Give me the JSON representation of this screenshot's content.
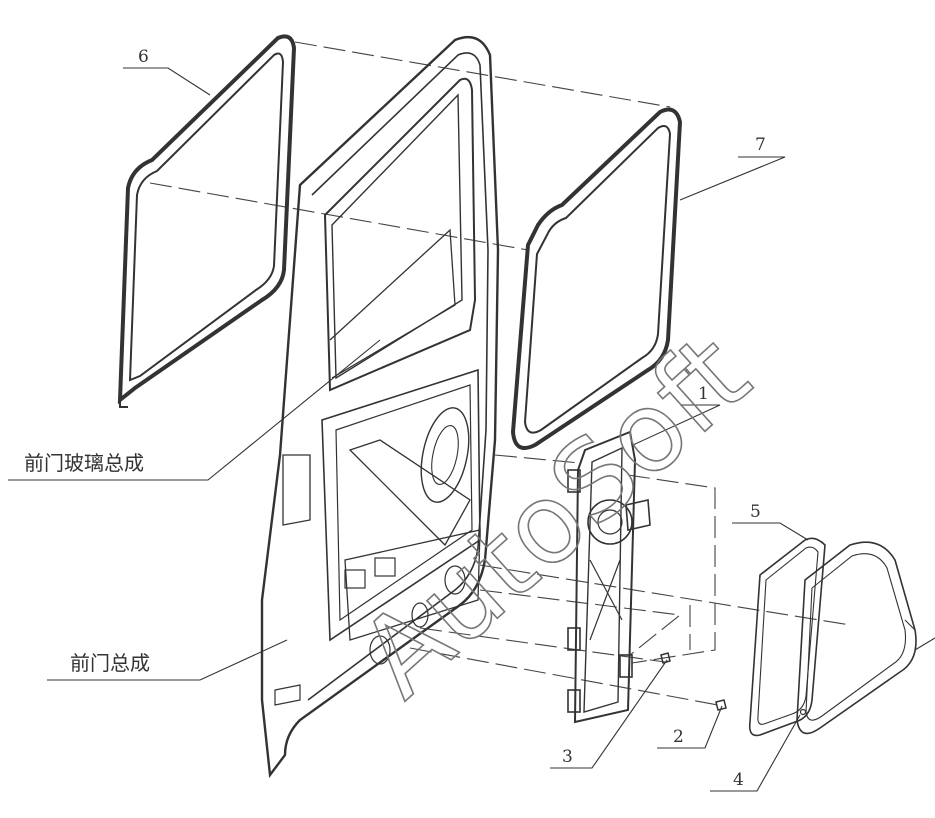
{
  "callouts": {
    "c1": "1",
    "c2": "2",
    "c3": "3",
    "c4": "4",
    "c5": "5",
    "c6": "6",
    "c7": "7"
  },
  "labels": {
    "front_door_glass": "前门玻璃总成",
    "front_door_assembly": "前门总成"
  },
  "watermark": "AutoSoft"
}
